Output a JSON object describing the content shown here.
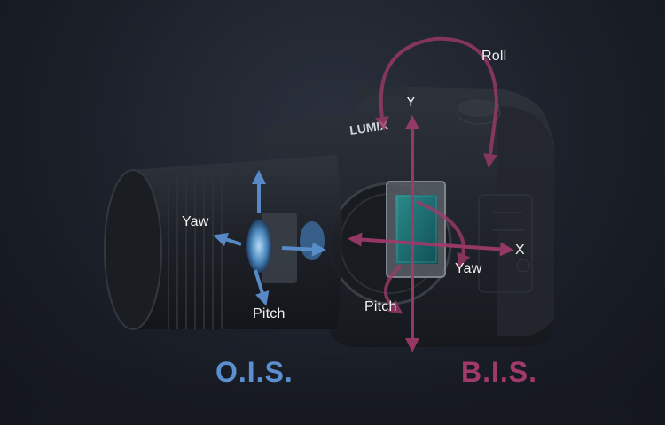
{
  "brand": "LUMIX",
  "labels": {
    "roll": "Roll",
    "y": "Y",
    "x": "X",
    "ois_yaw": "Yaw",
    "ois_pitch": "Pitch",
    "bis_yaw": "Yaw",
    "bis_pitch": "Pitch"
  },
  "titles": {
    "ois": "O.I.S.",
    "bis": "B.I.S."
  },
  "colors": {
    "ois": "#5b8fcf",
    "bis": "#a03a6a",
    "background": "#1b1f28"
  }
}
